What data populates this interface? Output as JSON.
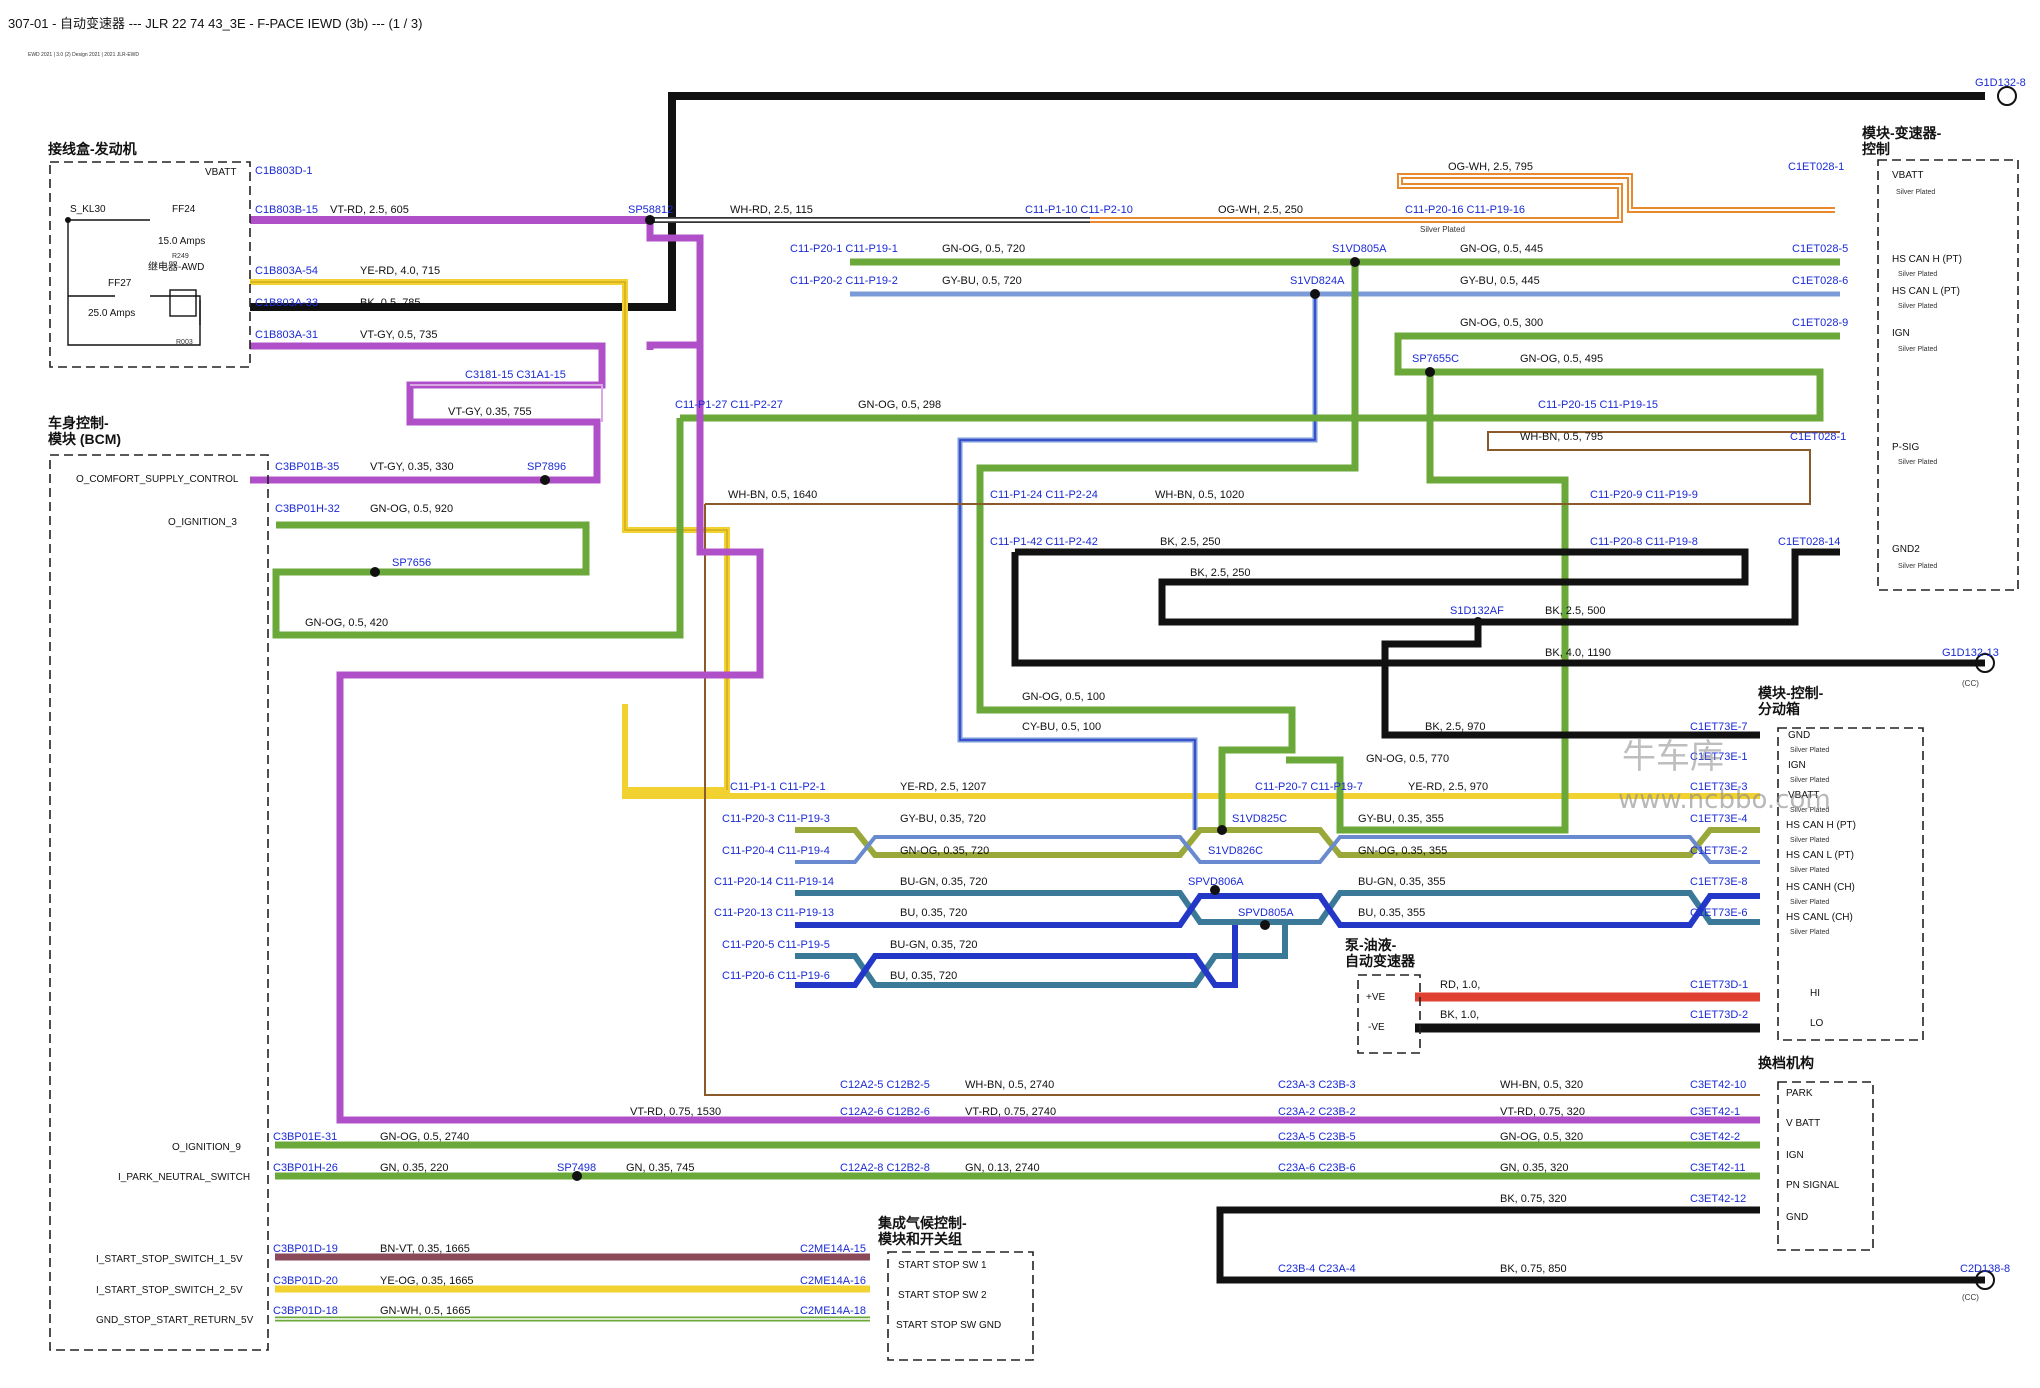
{
  "header": {
    "title": "307-01 - 自动变速器 --- JLR 22 74 43_3E - F-PACE IEWD (3b) --- (1 / 3)",
    "subtitle": "EWD 2021 | 3.0 (2) Design 2021 | 2021 JLR-EWD"
  },
  "watermark": {
    "brand": "牛车库",
    "url": "www.ncbbo.com"
  },
  "modules": {
    "engine_box": {
      "title": "接线盒-发动机",
      "labels": [
        "VBATT",
        "S_KL30",
        "FF24",
        "15.0 Amps",
        "R249",
        "继电器-AWD",
        "FF27",
        "25.0 Amps",
        "R003"
      ]
    },
    "bcm": {
      "title": "车身控制-模块 (BCM)",
      "labels": [
        "O_COMFORT_SUPPLY_CONTROL",
        "O_IGNITION_3",
        "O_IGNITION_9",
        "I_PARK_NEUTRAL_SWITCH",
        "I_START_STOP_SWITCH_1_5V",
        "I_START_STOP_SWITCH_2_5V",
        "GND_STOP_START_RETURN_5V"
      ]
    },
    "tcm": {
      "title": "模块-变速器-控制",
      "labels": [
        "VBATT",
        "Silver Plated",
        "HS CAN H (PT)",
        "Silver Plated",
        "HS CAN L (PT)",
        "Silver Plated",
        "IGN",
        "Silver Plated",
        "P-SIG",
        "Silver Plated",
        "GND2",
        "Silver Plated"
      ]
    },
    "tcc": {
      "title": "模块-控制-分动箱",
      "labels": [
        "GND",
        "Silver Plated",
        "IGN",
        "Silver Plated",
        "VBATT",
        "Silver Plated",
        "HS CAN H (PT)",
        "Silver Plated",
        "HS CAN L (PT)",
        "Silver Plated",
        "HS CANH (CH)",
        "Silver Plated",
        "HS CANL (CH)",
        "Silver Plated"
      ]
    },
    "pump": {
      "title": "泵-油液-自动变速器",
      "labels": [
        "+VE",
        "-VE",
        "HI",
        "LO"
      ]
    },
    "shifter": {
      "title": "换档机构",
      "labels": [
        "PARK",
        "V BATT",
        "IGN",
        "PN SIGNAL",
        "GND"
      ]
    },
    "iccm": {
      "title": "集成气候控制-模块和开关组",
      "labels": [
        "START STOP SW 1",
        "START STOP SW 2",
        "START STOP SW GND"
      ]
    }
  },
  "colors": {
    "black": "#111111",
    "purple": "#b050c8",
    "green": "#6aa83a",
    "olive": "#9aa83a",
    "yellow": "#f2d230",
    "orange": "#e8892e",
    "blue": "#2438c8",
    "teal": "#3a7a98",
    "brown": "#8a5a2a",
    "red": "#e04030",
    "lightblue": "#7a9ad8"
  },
  "labels": [
    {
      "t": "G1D132-8",
      "c": "blu"
    },
    {
      "t": "C1B803D-1",
      "c": "blu"
    },
    {
      "t": "C1B803B-15",
      "c": "blu"
    },
    {
      "t": "VT-RD, 2.5, 605",
      "c": "blk"
    },
    {
      "t": "SP58812",
      "c": "blu"
    },
    {
      "t": "WH-RD, 2.5, 115",
      "c": "blk"
    },
    {
      "t": "C11-P1-10 C11-P2-10",
      "c": "blu"
    },
    {
      "t": "OG-WH, 2.5, 250",
      "c": "blk"
    },
    {
      "t": "C11-P20-16 C11-P19-16",
      "c": "blu"
    },
    {
      "t": "Silver Plated",
      "c": "sml"
    },
    {
      "t": "OG-WH, 2.5, 795",
      "c": "blk"
    },
    {
      "t": "C1ET028-1",
      "c": "blu"
    },
    {
      "t": "C11-P20-1 C11-P19-1",
      "c": "blu"
    },
    {
      "t": "GN-OG, 0.5, 720",
      "c": "blk"
    },
    {
      "t": "S1VD805A",
      "c": "blu"
    },
    {
      "t": "GN-OG, 0.5, 445",
      "c": "blk"
    },
    {
      "t": "C1ET028-5",
      "c": "blu"
    },
    {
      "t": "C11-P20-2 C11-P19-2",
      "c": "blu"
    },
    {
      "t": "GY-BU, 0.5, 720",
      "c": "blk"
    },
    {
      "t": "S1VD824A",
      "c": "blu"
    },
    {
      "t": "GY-BU, 0.5, 445",
      "c": "blk"
    },
    {
      "t": "C1ET028-6",
      "c": "blu"
    },
    {
      "t": "C1B803A-54",
      "c": "blu"
    },
    {
      "t": "YE-RD, 4.0, 715",
      "c": "blk"
    },
    {
      "t": "C1B803A-33",
      "c": "blu"
    },
    {
      "t": "BK, 0.5, 785",
      "c": "blk"
    },
    {
      "t": "C1B803A-31",
      "c": "blu"
    },
    {
      "t": "VT-GY, 0.5, 735",
      "c": "blk"
    },
    {
      "t": "GN-OG, 0.5, 300",
      "c": "blk"
    },
    {
      "t": "C1ET028-9",
      "c": "blu"
    },
    {
      "t": "SP7655C",
      "c": "blu"
    },
    {
      "t": "GN-OG, 0.5, 495",
      "c": "blk"
    },
    {
      "t": "C3181-15 C31A1-15",
      "c": "blu"
    },
    {
      "t": "VT-GY, 0.35, 755",
      "c": "blk"
    },
    {
      "t": "C11-P1-27 C11-P2-27",
      "c": "blu"
    },
    {
      "t": "GN-OG, 0.5, 298",
      "c": "blk"
    },
    {
      "t": "C11-P20-15 C11-P19-15",
      "c": "blu"
    },
    {
      "t": "WH-BN, 0.5, 795",
      "c": "blk"
    },
    {
      "t": "C1ET028-1",
      "c": "blu"
    },
    {
      "t": "C3BP01B-35",
      "c": "blu"
    },
    {
      "t": "VT-GY, 0.35, 330",
      "c": "blk"
    },
    {
      "t": "SP7896",
      "c": "blu"
    },
    {
      "t": "WH-BN, 0.5, 1640",
      "c": "blk"
    },
    {
      "t": "C11-P1-24 C11-P2-24",
      "c": "blu"
    },
    {
      "t": "WH-BN, 0.5, 1020",
      "c": "blk"
    },
    {
      "t": "C11-P20-9 C11-P19-9",
      "c": "blu"
    },
    {
      "t": "C3BP01H-32",
      "c": "blu"
    },
    {
      "t": "GN-OG, 0.5, 920",
      "c": "blk"
    },
    {
      "t": "C11-P1-42 C11-P2-42",
      "c": "blu"
    },
    {
      "t": "BK, 2.5, 250",
      "c": "blk"
    },
    {
      "t": "C11-P20-8 C11-P19-8",
      "c": "blu"
    },
    {
      "t": "C1ET028-14",
      "c": "blu"
    },
    {
      "t": "SP7656",
      "c": "blu"
    },
    {
      "t": "BK, 2.5, 250",
      "c": "blk"
    },
    {
      "t": "GN-OG, 0.5, 420",
      "c": "blk"
    },
    {
      "t": "S1D132AF",
      "c": "blu"
    },
    {
      "t": "BK, 2.5, 500",
      "c": "blk"
    },
    {
      "t": "BK, 4.0, 1190",
      "c": "blk"
    },
    {
      "t": "G1D132-13",
      "c": "blu"
    },
    {
      "t": "(CC)",
      "c": "sml"
    },
    {
      "t": "GN-OG, 0.5, 100",
      "c": "blk"
    },
    {
      "t": "CY-BU, 0.5, 100",
      "c": "blk"
    },
    {
      "t": "BK, 2.5, 970",
      "c": "blk"
    },
    {
      "t": "C1ET73E-7",
      "c": "blu"
    },
    {
      "t": "GN-OG, 0.5, 770",
      "c": "blk"
    },
    {
      "t": "C1ET73E-1",
      "c": "blu"
    },
    {
      "t": "C11-P1-1 C11-P2-1",
      "c": "blu"
    },
    {
      "t": "YE-RD, 2.5, 1207",
      "c": "blk"
    },
    {
      "t": "C11-P20-7 C11-P19-7",
      "c": "blu"
    },
    {
      "t": "YE-RD, 2.5, 970",
      "c": "blk"
    },
    {
      "t": "C1ET73E-3",
      "c": "blu"
    },
    {
      "t": "C11-P20-3 C11-P19-3",
      "c": "blu"
    },
    {
      "t": "GY-BU, 0.35, 720",
      "c": "blk"
    },
    {
      "t": "S1VD825C",
      "c": "blu"
    },
    {
      "t": "GY-BU, 0.35, 355",
      "c": "blk"
    },
    {
      "t": "C1ET73E-4",
      "c": "blu"
    },
    {
      "t": "C11-P20-4 C11-P19-4",
      "c": "blu"
    },
    {
      "t": "GN-OG, 0.35, 720",
      "c": "blk"
    },
    {
      "t": "S1VD826C",
      "c": "blu"
    },
    {
      "t": "GN-OG, 0.35, 355",
      "c": "blk"
    },
    {
      "t": "C1ET73E-2",
      "c": "blu"
    },
    {
      "t": "C11-P20-14 C11-P19-14",
      "c": "blu"
    },
    {
      "t": "BU-GN, 0.35, 720",
      "c": "blk"
    },
    {
      "t": "SPVD806A",
      "c": "blu"
    },
    {
      "t": "BU-GN, 0.35, 355",
      "c": "blk"
    },
    {
      "t": "C1ET73E-8",
      "c": "blu"
    },
    {
      "t": "C11-P20-13 C11-P19-13",
      "c": "blu"
    },
    {
      "t": "BU, 0.35, 720",
      "c": "blk"
    },
    {
      "t": "SPVD805A",
      "c": "blu"
    },
    {
      "t": "BU, 0.35, 355",
      "c": "blk"
    },
    {
      "t": "C1ET73E-6",
      "c": "blu"
    },
    {
      "t": "C11-P20-5 C11-P19-5",
      "c": "blu"
    },
    {
      "t": "BU-GN, 0.35, 720",
      "c": "blk"
    },
    {
      "t": "C11-P20-6 C11-P19-6",
      "c": "blu"
    },
    {
      "t": "BU, 0.35, 720",
      "c": "blk"
    },
    {
      "t": "RD, 1.0,",
      "c": "blk"
    },
    {
      "t": "C1ET73D-1",
      "c": "blu"
    },
    {
      "t": "BK, 1.0,",
      "c": "blk"
    },
    {
      "t": "C1ET73D-2",
      "c": "blu"
    },
    {
      "t": "C12A2-5 C12B2-5",
      "c": "blu"
    },
    {
      "t": "WH-BN, 0.5, 2740",
      "c": "blk"
    },
    {
      "t": "C23A-3 C23B-3",
      "c": "blu"
    },
    {
      "t": "WH-BN, 0.5, 320",
      "c": "blk"
    },
    {
      "t": "C3ET42-10",
      "c": "blu"
    },
    {
      "t": "VT-RD, 0.75, 1530",
      "c": "blk"
    },
    {
      "t": "C12A2-6 C12B2-6",
      "c": "blu"
    },
    {
      "t": "VT-RD, 0.75, 2740",
      "c": "blk"
    },
    {
      "t": "C23A-2 C23B-2",
      "c": "blu"
    },
    {
      "t": "VT-RD, 0.75, 320",
      "c": "blk"
    },
    {
      "t": "C3ET42-1",
      "c": "blu"
    },
    {
      "t": "C3BP01E-31",
      "c": "blu"
    },
    {
      "t": "GN-OG, 0.5, 2740",
      "c": "blk"
    },
    {
      "t": "C23A-5 C23B-5",
      "c": "blu"
    },
    {
      "t": "GN-OG, 0.5, 320",
      "c": "blk"
    },
    {
      "t": "C3ET42-2",
      "c": "blu"
    },
    {
      "t": "C3BP01H-26",
      "c": "blu"
    },
    {
      "t": "GN, 0.35, 220",
      "c": "blk"
    },
    {
      "t": "SP7498",
      "c": "blu"
    },
    {
      "t": "GN, 0.35, 745",
      "c": "blk"
    },
    {
      "t": "C12A2-8 C12B2-8",
      "c": "blu"
    },
    {
      "t": "GN, 0.13, 2740",
      "c": "blk"
    },
    {
      "t": "C23A-6 C23B-6",
      "c": "blu"
    },
    {
      "t": "GN, 0.35, 320",
      "c": "blk"
    },
    {
      "t": "C3ET42-11",
      "c": "blu"
    },
    {
      "t": "BK, 0.75, 320",
      "c": "blk"
    },
    {
      "t": "C3ET42-12",
      "c": "blu"
    },
    {
      "t": "C3BP01D-19",
      "c": "blu"
    },
    {
      "t": "BN-VT, 0.35, 1665",
      "c": "blk"
    },
    {
      "t": "C2ME14A-15",
      "c": "blu"
    },
    {
      "t": "C3BP01D-20",
      "c": "blu"
    },
    {
      "t": "YE-OG, 0.35, 1665",
      "c": "blk"
    },
    {
      "t": "C2ME14A-16",
      "c": "blu"
    },
    {
      "t": "C3BP01D-18",
      "c": "blu"
    },
    {
      "t": "GN-WH, 0.5, 1665",
      "c": "blk"
    },
    {
      "t": "C2ME14A-18",
      "c": "blu"
    },
    {
      "t": "C23B-4 C23A-4",
      "c": "blu"
    },
    {
      "t": "BK, 0.75, 850",
      "c": "blk"
    },
    {
      "t": "C2D138-8",
      "c": "blu"
    },
    {
      "t": "(CC)",
      "c": "sml"
    }
  ]
}
